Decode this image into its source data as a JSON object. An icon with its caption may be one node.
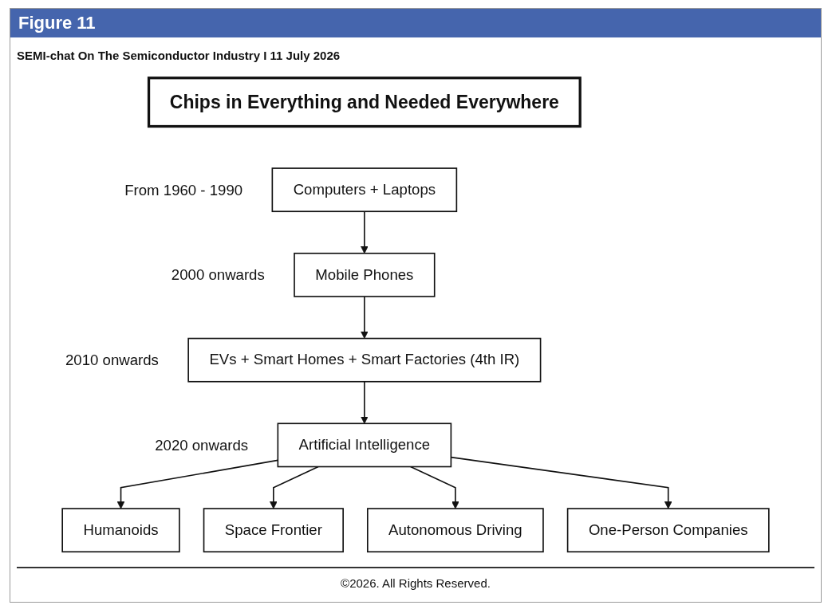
{
  "diagram": {
    "title": "Figure 11",
    "caption": "©2026. All Rights Reserved.",
    "nodes": [
      {
        "text": [
          "Chips in Everything and Needed Everywhere"
        ]
      },
      {
        "text": [
          "Computers + Laptops"
        ],
        "beside": [
          "From 1960 - 1990"
        ]
      },
      {
        "text": [
          "Mobile Phones"
        ],
        "beside": [
          "2000 onwards"
        ]
      },
      {
        "text": [
          "EVs + Smart Homes + Smart Factories (4th IR)"
        ],
        "beside": [
          "2010 onwards"
        ]
      },
      {
        "text": [
          "Artificial Intelligence"
        ],
        "beside": [
          "2020 onwards"
        ]
      },
      {
        "text": [
          "Humanoids"
        ]
      },
      {
        "text": [
          "One-Person Companies"
        ]
      },
      {
        "text": [
          "Space Frontier"
        ]
      },
      {
        "text": [
          "Autonomous Driving"
        ]
      }
    ],
    "edges": [
      {
        "from": 1,
        "to": 2,
        "arrow": "to"
      },
      {
        "from": 2,
        "to": 3,
        "arrow": "to"
      },
      {
        "from": 3,
        "to": 4,
        "arrow": "to"
      },
      {
        "from": 4,
        "to": 5,
        "arrow": "to"
      },
      {
        "from": 4,
        "to": 7,
        "arrow": "to"
      },
      {
        "from": 4,
        "to": 8,
        "arrow": "to"
      },
      {
        "from": 4,
        "to": 6,
        "arrow": "to"
      }
    ],
    "labels": [
      "SEMI-chat On The Semiconductor Industry I 11 July 2026"
    ]
  }
}
